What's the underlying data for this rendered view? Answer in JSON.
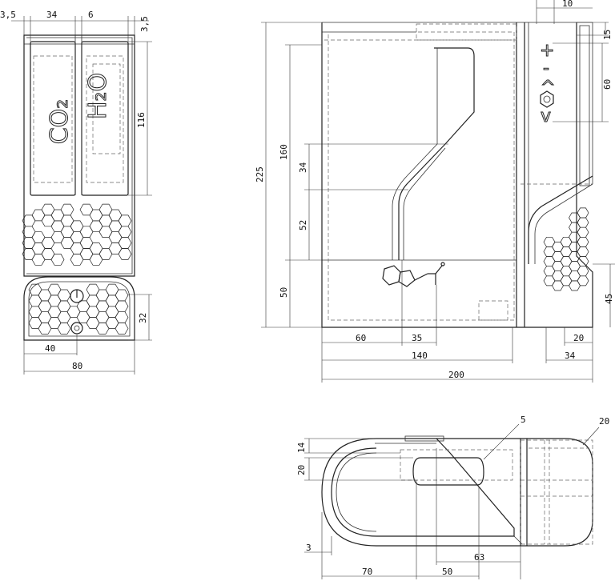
{
  "front_view": {
    "label_co2": "CO₂",
    "label_h2o": "H₂O",
    "dims": {
      "d_3_5_left": "3,5",
      "d_34": "34",
      "d_6": "6",
      "d_3_5_right": "3,5",
      "d_116": "116",
      "d_32": "32",
      "d_40": "40",
      "d_80": "80"
    }
  },
  "side_view": {
    "symbols": {
      "plus": "+",
      "minus": "-",
      "up": "^",
      "down": "v"
    },
    "dims": {
      "d_10": "10",
      "d_15": "15",
      "d_60": "60",
      "d_225": "225",
      "d_160": "160",
      "d_34": "34",
      "d_52": "52",
      "d_50": "50",
      "d_45": "45",
      "d_60b": "60",
      "d_35": "35",
      "d_140": "140",
      "d_20": "20",
      "d_34b": "34",
      "d_200": "200"
    }
  },
  "top_view": {
    "dims": {
      "d_5": "5",
      "d_20r": "20",
      "d_14": "14",
      "d_20": "20",
      "d_3": "3",
      "d_63": "63",
      "d_70": "70",
      "d_50": "50"
    }
  }
}
